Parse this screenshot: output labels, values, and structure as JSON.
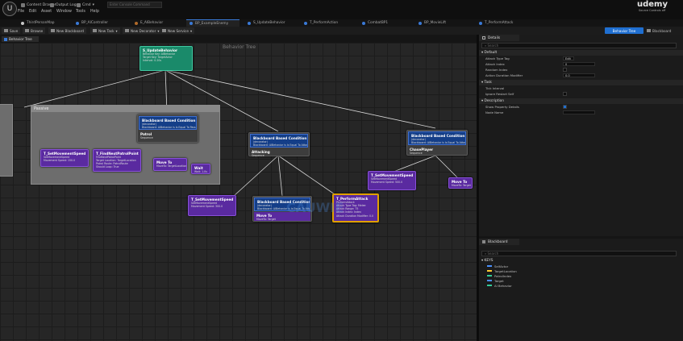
{
  "window": {
    "content_drawer": "Content Drawer",
    "output_log": "Output Log",
    "cmd": "Cmd",
    "search_placeholder": "Enter Console Command",
    "menu": [
      "File",
      "Edit",
      "Asset",
      "Window",
      "Tools",
      "Help"
    ],
    "brand": "udemy",
    "brand_sub": "Source Controls off"
  },
  "tabs": [
    {
      "label": "ThirdPersonMap",
      "color": "#c8c8c8"
    },
    {
      "label": "BP_AIController",
      "color": "#3a7ad8"
    },
    {
      "label": "E_AIBehavior",
      "color": "#b06a2a"
    },
    {
      "label": "BP_ExampleEnemy",
      "color": "#3a7ad8",
      "active": true
    },
    {
      "label": "S_UpdateBehavior",
      "color": "#3a7ad8"
    },
    {
      "label": "T_PerformAction",
      "color": "#3a7ad8"
    },
    {
      "label": "CombatBP1",
      "color": "#3a7ad8"
    },
    {
      "label": "BP_MovieLift",
      "color": "#3a7ad8"
    },
    {
      "label": "T_PerformAttack",
      "color": "#3a7ad8"
    }
  ],
  "toolbar": {
    "save": "Save",
    "browse": "Browse",
    "new_blackboard": "New Blackboard",
    "new_task": "New Task",
    "new_decorator": "New Decorator",
    "new_service": "New Service",
    "behavior_tree": "Behavior Tree",
    "blackboard": "Blackboard"
  },
  "graph": {
    "panel_tab": "Behavior Tree",
    "title": "Behavior Tree",
    "watermark": "CAUWIE"
  },
  "nodes": {
    "root": {
      "title": "S_UpdateBehavior",
      "rows": [
        "Behavior Key: AIBehavior",
        "Target Key: TargetActor",
        "Interval: 0.20s"
      ]
    },
    "group_title": "Passive",
    "bbc1": {
      "title": "Blackboard Based Condition",
      "sub": "(decorator)",
      "row": "Blackboard: AIBehavior is Is Equal To Passive",
      "sel_title": "Patrol",
      "sel_sub": "Sequence"
    },
    "speed1": {
      "title": "T_SetMovementSpeed",
      "sub": "SetMovementSpeed",
      "row": "Movement Speed: 150.0"
    },
    "findpatrol": {
      "title": "T_FindNextPatrolPoint",
      "sub": "FindNextPatrolPoint",
      "rows": [
        "Target Location: TargetLocation",
        "Patrol Route: PatrolRoute",
        "Should Loop: True"
      ]
    },
    "moveto1": {
      "title": "Move To",
      "row": "MoveTo: TargetLocation"
    },
    "wait": {
      "title": "Wait",
      "row": "Wait: 1.0s"
    },
    "bbc2": {
      "title": "Blackboard Based Condition",
      "sub": "(decorator)",
      "row": "Blackboard: AIBehavior is Is Equal To Attack",
      "sel_title": "Attacking",
      "sel_sub": "Sequence"
    },
    "speed2": {
      "title": "T_SetMovementSpeed",
      "sub": "SetMovementSpeed",
      "row": "Movement Speed: 300.0"
    },
    "bbc3": {
      "title": "Blackboard Based Condition",
      "sub": "(decorator)",
      "row": "Blackboard: AIBehavior is Is Equal To Attack",
      "sel_title": "Move To",
      "sel_sub": "MoveTo: Target"
    },
    "attack": {
      "title": "T_PerformAttack",
      "sub": "PerformAttack",
      "rows": [
        "Attack Type Tag: Melee",
        "Attack Range: 75",
        "Attack Index: Index",
        "Attack Duration Modifier: 0.0"
      ]
    },
    "bbc4": {
      "title": "Blackboard Based Condition",
      "sub": "(decorator)",
      "row": "Blackboard: AIBehavior is Is Equal To Attack",
      "sel_title": "ChasePlayer",
      "sel_sub": "Sequence"
    },
    "speed3": {
      "title": "T_SetMovementSpeed",
      "sub": "SetMovementSpeed",
      "row": "Movement Speed: 500.0"
    },
    "moveto2": {
      "title": "Move To",
      "row": "MoveTo: Target"
    }
  },
  "details": {
    "tab": "Details",
    "search": "Search",
    "default_section": "Default",
    "props": [
      {
        "label": "Attack Type Tag",
        "value": "Edit",
        "kind": "button"
      },
      {
        "label": "Attack Index",
        "value": "0",
        "kind": "field"
      },
      {
        "label": "Random Index",
        "value": "",
        "kind": "check"
      },
      {
        "label": "Action Duration Modifier",
        "value": "0.0",
        "kind": "field"
      }
    ],
    "task_section": "Task",
    "task_props": [
      {
        "label": "Tick Interval",
        "value": "",
        "kind": "none"
      },
      {
        "label": "Ignore Restart Self",
        "value": "",
        "kind": "check"
      }
    ],
    "desc_section": "Description",
    "desc_props": [
      {
        "label": "Show Property Details",
        "value": "",
        "kind": "check-on"
      },
      {
        "label": "Node Name",
        "value": "",
        "kind": "field"
      }
    ]
  },
  "blackboard": {
    "tab": "Blackboard",
    "search": "Search",
    "section": "KEYS",
    "keys": [
      {
        "label": "SelfActor",
        "color": "#4a90ff"
      },
      {
        "label": "TargetLocation",
        "color": "#ffcc33"
      },
      {
        "label": "PatrolIndex",
        "color": "#33cc99"
      },
      {
        "label": "Target",
        "color": "#4a90ff"
      },
      {
        "label": "AI Behavior",
        "color": "#33cc99"
      }
    ]
  }
}
